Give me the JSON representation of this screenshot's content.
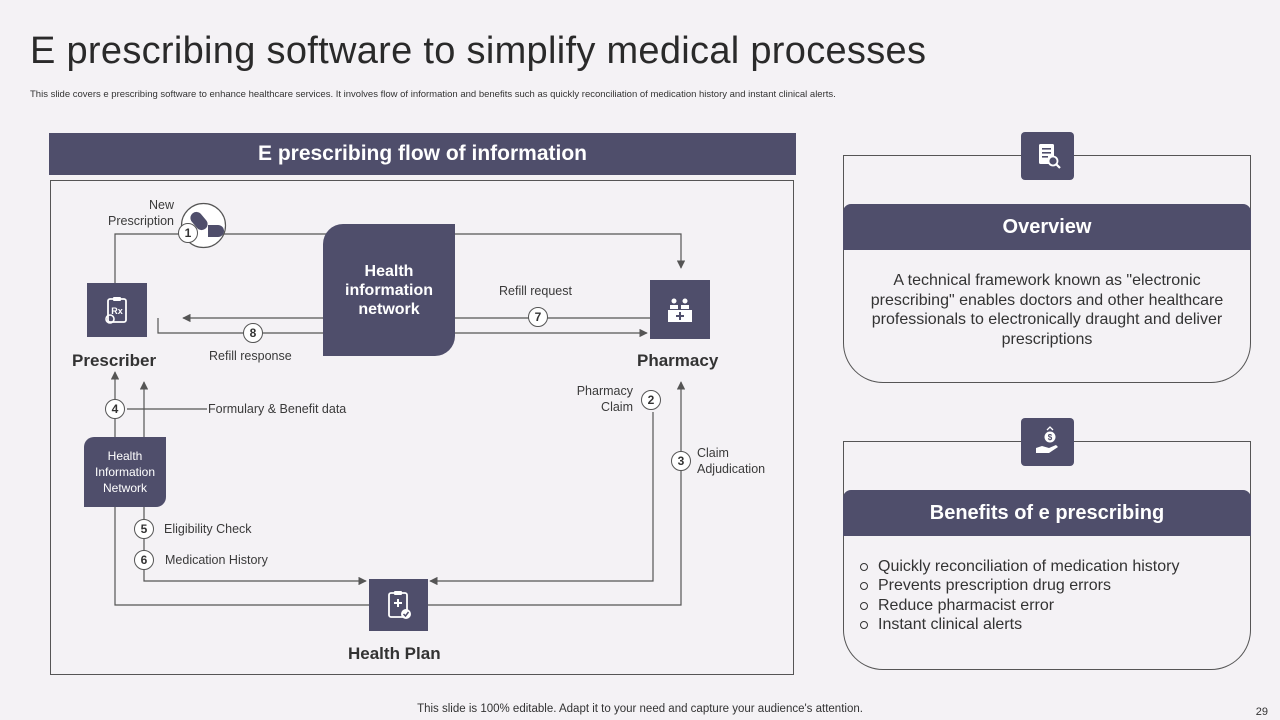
{
  "title": "E prescribing software to simplify medical processes",
  "subtitle": "This slide covers e prescribing software to enhance healthcare services. It involves flow of information and benefits such as quickly reconciliation of medication history and instant clinical alerts.",
  "flow": {
    "header": "E prescribing  flow of information",
    "nodes": {
      "prescriber": "Prescriber",
      "pharmacy": "Pharmacy",
      "health_plan": "Health Plan",
      "hin_central": "Health information network",
      "hin_small": "Health Information Network"
    },
    "steps": [
      {
        "num": "1",
        "label": "New Prescription"
      },
      {
        "num": "2",
        "label": "Pharmacy Claim"
      },
      {
        "num": "3",
        "label": "Claim Adjudication"
      },
      {
        "num": "4",
        "label": "Formulary  & Benefit data"
      },
      {
        "num": "5",
        "label": "Eligibility Check"
      },
      {
        "num": "6",
        "label": "Medication History"
      },
      {
        "num": "7",
        "label": "Refill request"
      },
      {
        "num": "8",
        "label": "Refill response"
      }
    ]
  },
  "overview": {
    "header": "Overview",
    "text": "A technical framework known as \"electronic prescribing\" enables doctors and other healthcare professionals to electronically draught and deliver prescriptions"
  },
  "benefits": {
    "header": "Benefits of e prescribing",
    "items": [
      "Quickly reconciliation of medication history",
      "Prevents prescription drug errors",
      "Reduce pharmacist error",
      "Instant  clinical alerts"
    ]
  },
  "footer": "This slide is 100% editable. Adapt it to your need and capture your audience's attention.",
  "page_number": "29",
  "colors": {
    "accent": "#4f4e6b",
    "background": "#f4f2f5"
  },
  "icons": [
    "pill-capsule-icon",
    "prescription-clipboard-icon",
    "pharmacy-counter-icon",
    "medical-clipboard-icon",
    "document-search-icon",
    "hand-money-icon"
  ]
}
